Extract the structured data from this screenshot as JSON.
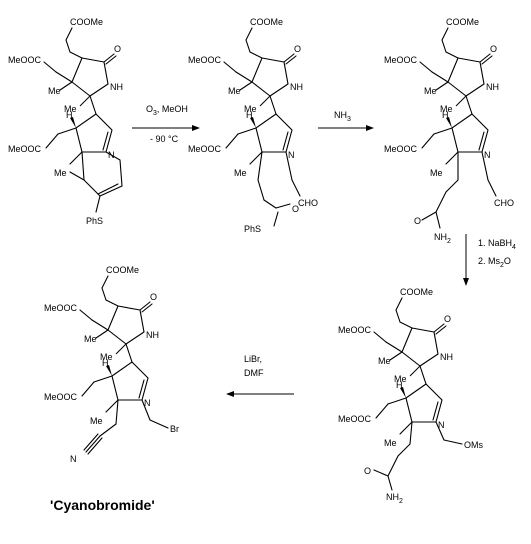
{
  "labels": {
    "coome": "COOMe",
    "meooc": "MeOOC",
    "o": "O",
    "nh": "NH",
    "n": "N",
    "me": "Me",
    "h": "H",
    "phs": "PhS",
    "cho": "CHO",
    "o2": "O",
    "nh2": "NH",
    "nh2_sub": "2",
    "br": "Br",
    "oms": "OMs",
    "n_nitrile": "N"
  },
  "conditions": {
    "step1_line1": "O",
    "step1_line1_sub": "3",
    "step1_line1_rest": ", MeOH",
    "step1_line2": "- 90 °C",
    "step2": "NH",
    "step2_sub": "3",
    "step3_line1": "1. NaBH",
    "step3_line1_sub": "4",
    "step3_line2": "2. Ms",
    "step3_line2_sub": "2",
    "step3_line2_rest": "O",
    "step4_line1": "LiBr,",
    "step4_line2": "DMF"
  },
  "product_name": "'Cyanobromide'"
}
